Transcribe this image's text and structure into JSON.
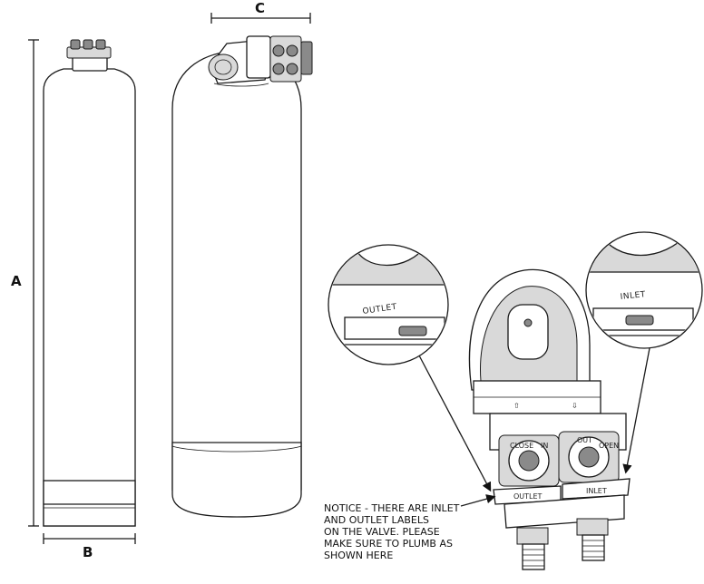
{
  "dimensions": {
    "height_label": "A",
    "diameter_label": "B",
    "valve_width_label": "C"
  },
  "valve_labels": {
    "outlet": "OUTLET",
    "inlet": "INLET",
    "close": "CLOSE",
    "in": "IN",
    "out": "OUT",
    "open": "OPEN"
  },
  "notice": {
    "lines": [
      "NOTICE - THERE ARE INLET",
      "AND OUTLET LABELS",
      "ON THE VALVE. PLEASE",
      "MAKE SURE TO PLUMB AS",
      "SHOWN HERE"
    ]
  }
}
